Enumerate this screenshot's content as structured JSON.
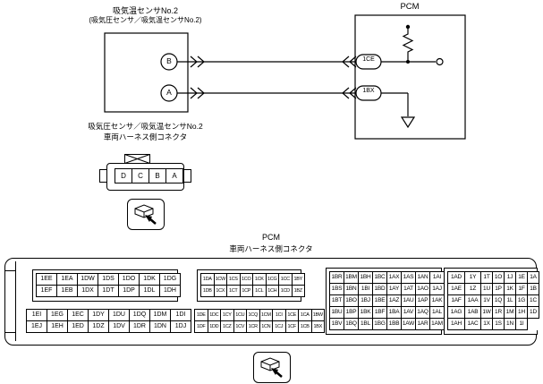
{
  "diagram": {
    "sensor": {
      "title": "吸気温センサNo.2",
      "subtitle": "(吸気圧センサ／吸気温センサNo.2)",
      "pin_top": "B",
      "pin_bottom": "A"
    },
    "pcm": {
      "title": "PCM",
      "terminal_top": "1CE",
      "terminal_bottom": "1BX"
    }
  },
  "sensor_connector": {
    "label_line1": "吸気圧センサ／吸気温センサNo.2",
    "label_line2": "車両ハーネス側コネクタ",
    "slots": [
      "D",
      "C",
      "B",
      "A"
    ]
  },
  "pcm_connector": {
    "label_line1": "PCM",
    "label_line2": "車両ハーネス側コネクタ",
    "block1": {
      "top": [
        [
          "1EE",
          "1EA",
          "1DW",
          "1DS",
          "1DO",
          "1DK",
          "1DG"
        ],
        [
          "1EF",
          "1EB",
          "1DX",
          "1DT",
          "1DP",
          "1DL",
          "1DH"
        ]
      ],
      "bottom": [
        [
          "1EI",
          "1EG",
          "1EC",
          "1DY",
          "1DU",
          "1DQ",
          "1DM",
          "1DI"
        ],
        [
          "1EJ",
          "1EH",
          "1ED",
          "1DZ",
          "1DV",
          "1DR",
          "1DN",
          "1DJ"
        ]
      ]
    },
    "block2": {
      "top": [
        [
          "1DA",
          "1CW",
          "1CS",
          "1CO",
          "1CK",
          "1CG",
          "1CC",
          "1BY"
        ],
        [
          "1DB",
          "1CX",
          "1CT",
          "1CP",
          "1CL",
          "1CH",
          "1CD",
          "1BZ"
        ]
      ],
      "bottom": [
        [
          "1DE",
          "1DC",
          "1CY",
          "1CU",
          "1CQ",
          "1CM",
          "1CI",
          "1CE",
          "1CA",
          "1BW"
        ],
        [
          "1DF",
          "1DD",
          "1CZ",
          "1CV",
          "1CR",
          "1CN",
          "1CJ",
          "1CF",
          "1CB",
          "1BX"
        ]
      ]
    },
    "block3": {
      "rows": [
        [
          "1BR",
          "1BM",
          "1BH",
          "1BC",
          "1AX",
          "1AS",
          "1AN",
          "1AI"
        ],
        [
          "1BS",
          "1BN",
          "1BI",
          "1BD",
          "1AY",
          "1AT",
          "1AO",
          "1AJ"
        ],
        [
          "1BT",
          "1BO",
          "1BJ",
          "1BE",
          "1AZ",
          "1AU",
          "1AP",
          "1AK"
        ],
        [
          "1BU",
          "1BP",
          "1BK",
          "1BF",
          "1BA",
          "1AV",
          "1AQ",
          "1AL"
        ],
        [
          "1BV",
          "1BQ",
          "1BL",
          "1BG",
          "1BB",
          "1AW",
          "1AR",
          "1AM"
        ]
      ]
    },
    "block4": {
      "rows": [
        [
          "1AD",
          "1Y",
          "1T",
          "1O",
          "1J",
          "1E",
          "1A"
        ],
        [
          "1AE",
          "1Z",
          "1U",
          "1P",
          "1K",
          "1F",
          "1B"
        ],
        [
          "1AF",
          "1AA",
          "1V",
          "1Q",
          "1L",
          "1G",
          "1C"
        ],
        [
          "1AG",
          "1AB",
          "1W",
          "1R",
          "1M",
          "1H",
          "1D"
        ],
        [
          "1AH",
          "1AC",
          "1X",
          "1S",
          "1N",
          "1I"
        ]
      ]
    }
  },
  "colors": {
    "line": "#000000",
    "background": "#ffffff"
  }
}
